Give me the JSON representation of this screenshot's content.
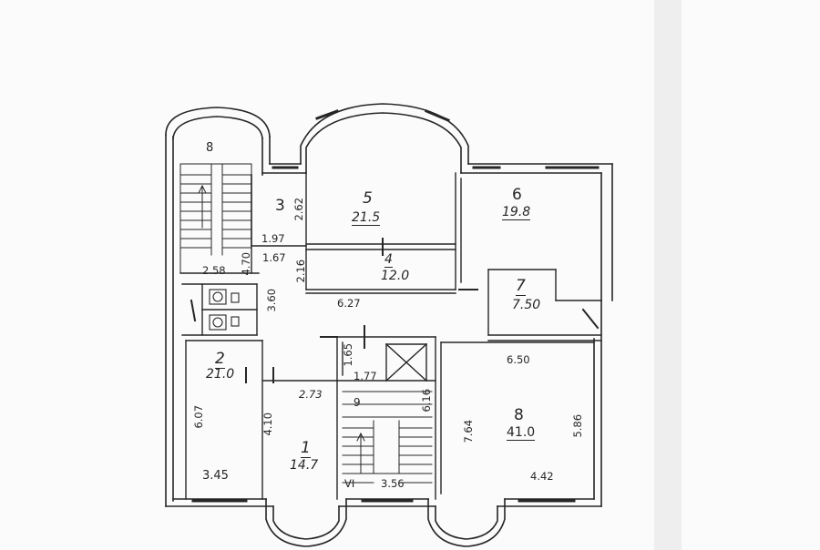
{
  "rooms": [
    {
      "id": "stair-top",
      "number": "8"
    },
    {
      "id": "room-3",
      "number": "3"
    },
    {
      "id": "room-5",
      "number": "5",
      "area": "21.5"
    },
    {
      "id": "room-6",
      "number": "6",
      "area": "19.8"
    },
    {
      "id": "room-4",
      "number": "4",
      "area": "12.0"
    },
    {
      "id": "room-7",
      "number": "7",
      "area": "7.50"
    },
    {
      "id": "room-2",
      "number": "2",
      "area": "21.0"
    },
    {
      "id": "room-1",
      "number": "1",
      "area": "14.7"
    },
    {
      "id": "room-8",
      "number": "8",
      "area": "41.0"
    },
    {
      "id": "stair-9",
      "number": "9"
    }
  ],
  "dimensions": {
    "d_2_62": "2.62",
    "d_1_97": "1.97",
    "d_4_70": "4.70",
    "d_2_58": "2.58",
    "d_1_67": "1.67",
    "d_2_16": "2.16",
    "d_3_60": "3.60",
    "d_6_27": "6.27",
    "d_6_50": "6.50",
    "d_1_65": "1.65",
    "d_1_77": "1.77",
    "d_2_73": "2.73",
    "d_6_16": "6.16",
    "d_6_07": "6.07",
    "d_4_10": "4.10",
    "d_7_64": "7.64",
    "d_5_86": "5.86",
    "d_3_45": "3.45",
    "d_3_56": "3.56",
    "d_4_42": "4.42",
    "d_vi": "VI"
  },
  "colors": {
    "ink": "#262626",
    "paper": "#fbfbfb",
    "strip": "#eeeeee"
  }
}
